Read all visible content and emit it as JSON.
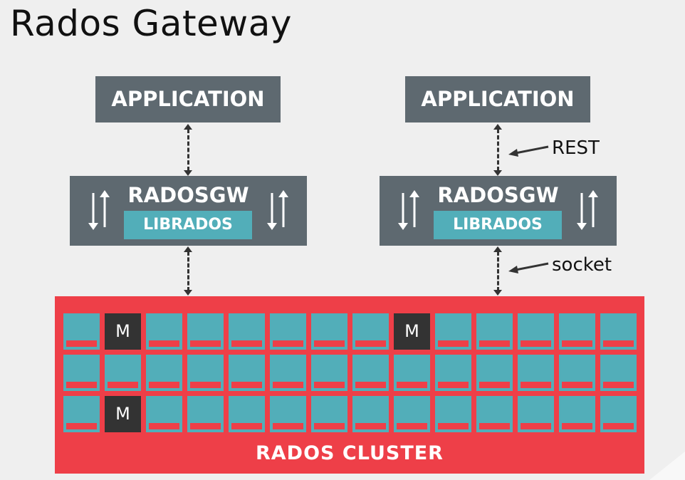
{
  "title": "Rados Gateway",
  "left_stack": {
    "application": "APPLICATION",
    "gateway": "RADOSGW",
    "library": "LIBRADOS"
  },
  "right_stack": {
    "application": "APPLICATION",
    "gateway": "RADOSGW",
    "library": "LIBRADOS",
    "rest_label": "REST",
    "socket_label": "socket"
  },
  "cluster": {
    "label": "RADOS CLUSTER",
    "rows": 3,
    "columns": 14,
    "monitor_label": "M",
    "monitors": [
      [
        0,
        1
      ],
      [
        0,
        8
      ],
      [
        2,
        1
      ]
    ]
  },
  "colors": {
    "background": "#efefef",
    "box": "#5e6970",
    "librados": "#52aeb9",
    "cluster": "#ee3f48",
    "osd": "#52aeb9",
    "monitor": "#333333"
  }
}
